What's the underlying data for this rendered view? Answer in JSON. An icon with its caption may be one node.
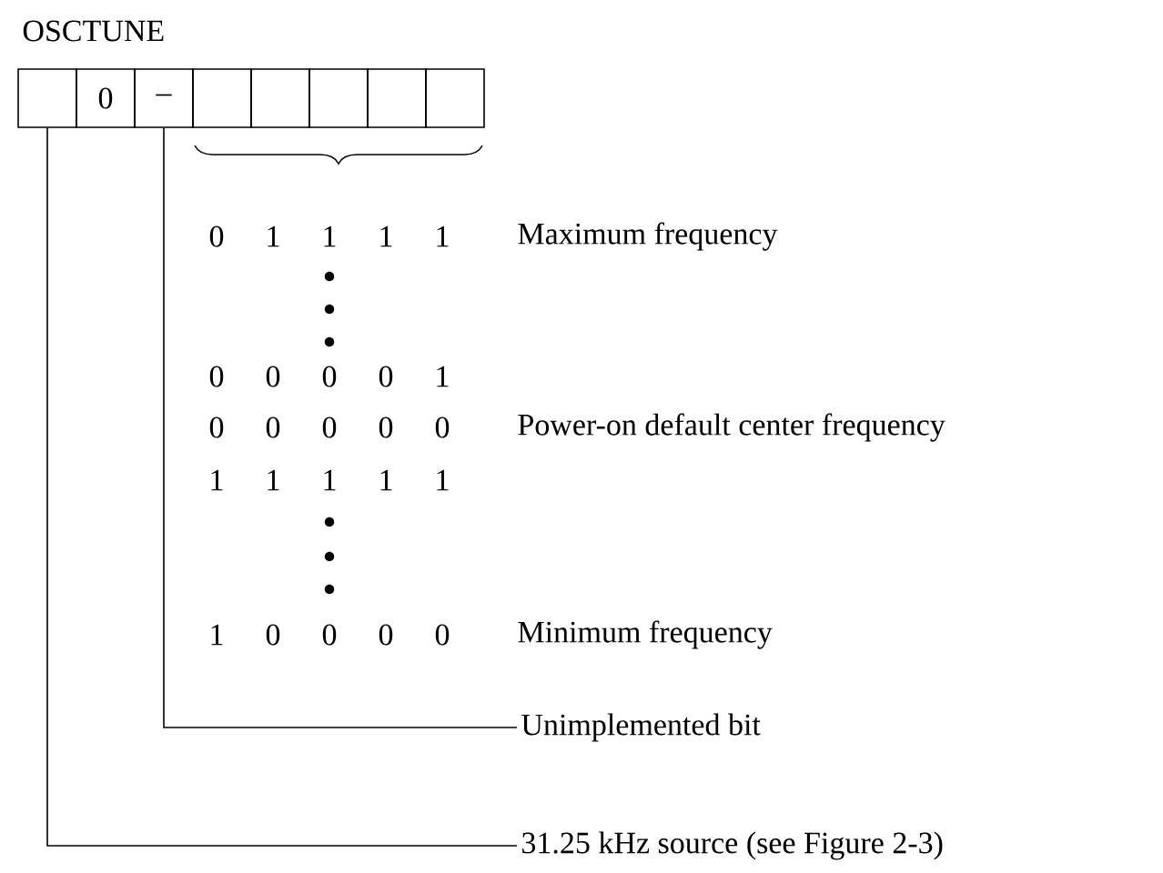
{
  "diagram": {
    "title": "OSCTUNE",
    "nodes": [
      {
        "text": [],
        "shape": "box"
      },
      {
        "text": [
          "0"
        ]
      },
      {
        "text": [
          "–"
        ]
      },
      {
        "text": [],
        "shape": "box"
      },
      {
        "text": [],
        "shape": "box"
      },
      {
        "text": [],
        "shape": "box"
      },
      {
        "text": [],
        "shape": "box"
      },
      {
        "text": [],
        "shape": "box"
      },
      {
        "text": [
          "Unimplemented bit"
        ]
      },
      {
        "text": [
          "31.25 kHz source (see Figure 2-3)"
        ]
      }
    ],
    "edges": [
      {
        "from": 8,
        "to": 2,
        "arrow": "none"
      },
      {
        "from": 9,
        "to": 0,
        "arrow": "none"
      }
    ],
    "labels": [
      "0",
      "1",
      "1",
      "1",
      "1",
      "Maximum frequency",
      "0",
      "0",
      "0",
      "0",
      "1",
      "0",
      "0",
      "0",
      "0",
      "0",
      "Power-on default center frequency",
      "1",
      "1",
      "1",
      "1",
      "1",
      "1",
      "0",
      "0",
      "0",
      "0",
      "Minimum frequency"
    ]
  }
}
